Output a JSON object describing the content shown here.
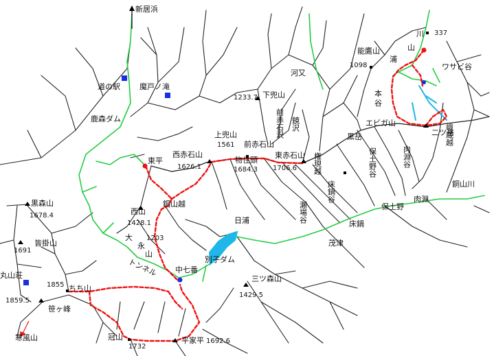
{
  "colors": {
    "background": "#ffffff",
    "rivers": "#222222",
    "roads": "#22cc44",
    "route": "#ee1111",
    "water": "#1fb6e8",
    "marker_blue": "#1a2ee0",
    "summit": "#000000"
  },
  "labels": {
    "niihama": "新居浜",
    "michinoeki": "道の駅",
    "makado_falls": "魔戸ノ滝",
    "shikamori_dam": "鹿森ダム",
    "nosaka_yama": "能鷹山",
    "kawayama": "川",
    "yama_char": "山",
    "ura_char": "浦",
    "wasabi_dani": "ワサビ谷",
    "hon_char": "本",
    "tani_char": "谷",
    "kawamata": "河又",
    "shimo_kabuto": "下兜山",
    "kami_kabuto": "上兜山",
    "higashi_hira": "東平",
    "nishi_akaishi": "西赤石山",
    "mae_akaishi": "前赤石山",
    "busshutouzu": "物住頭",
    "higashi_akaishi": "東赤石山",
    "kuro_dake": "黒岳",
    "ebiga_yama": "エビガ山",
    "futatsu_dake": "二ツ岳",
    "douzan_kawa": "銅山川",
    "nishi_yama": "西山",
    "douzan_goe": "銅山越",
    "hiura": "日浦",
    "besshi_dam": "別子ダム",
    "naka_shichiban": "中七番",
    "mitsumori_yama": "三ツ森山",
    "kuromori_yama": "黒森山",
    "kaigake_yama": "皆掛山",
    "maruyama_so": "丸山荘",
    "chichi_yama": "ちち山",
    "sasaga_mine": "笹ヶ峰",
    "kanpuu_zan": "寒風山",
    "kanmuri_yama": "冠山",
    "heike_dai": "平家平",
    "hotono": "保土野",
    "nibuchi": "肉淵",
    "tokonabe": "床鍋",
    "mototsu": "茂津",
    "e_tunnel": "永",
    "dai_char": "大",
    "mountain_char": "山",
    "tunnel": "トンネル",
    "vert_ken": "権現越",
    "vert_toko": "床鍋谷",
    "vert_seba": "瀬場谷",
    "vert_kyou": "鏡沢",
    "vert_maeakaishi": "前赤石沢",
    "vert_hotono": "保土野谷",
    "vert_nibuchi": "肉淵谷",
    "vert_gankou": "峨蔵越"
  },
  "elevations": {
    "nosaka": "1098",
    "kawayama": "337",
    "shimo_kabuto": "1233.7",
    "kami_kabuto": "1561",
    "nishi_akaishi": "1626.1",
    "busshutouzu": "1684.3",
    "higashi_akaishi": "1706.6",
    "nishi_yama": "1428.1",
    "b1203": "1203",
    "kuromori": "1678.4",
    "kaigake": "1691",
    "chichi": "1855",
    "sasaga": "1859.5",
    "mitsumori": "1429.5",
    "kanmuri": "1732",
    "heike": "1692.6"
  }
}
